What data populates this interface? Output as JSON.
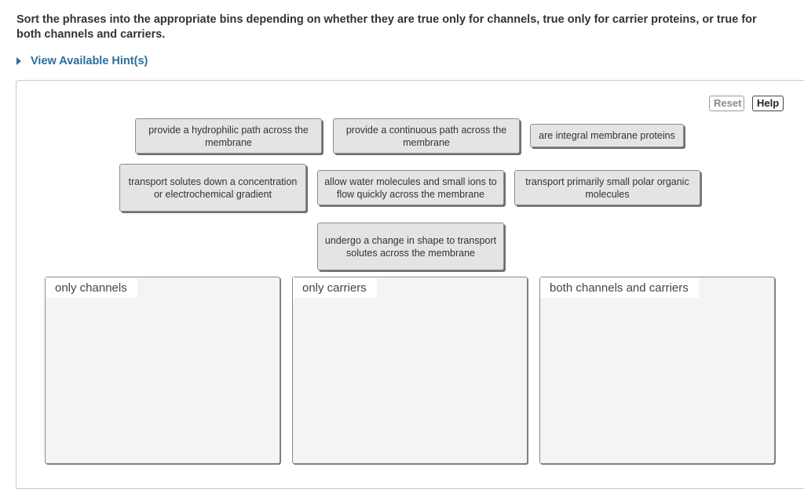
{
  "question": {
    "text": "Sort the phrases into the appropriate bins depending on whether they are true only for channels, true only for carrier proteins, or true for both channels and carriers."
  },
  "hint": {
    "label": "View Available Hint(s)"
  },
  "toolbar": {
    "reset_label": "Reset",
    "help_label": "Help"
  },
  "phrases": [
    "provide a hydrophilic path across the membrane",
    "provide a continuous path across the membrane",
    "are integral membrane proteins",
    "transport solutes down a concentration or electrochemical gradient",
    "allow water molecules and small ions to flow quickly across the membrane",
    "transport primarily small polar organic molecules",
    "undergo a change in shape to transport solutes across the membrane"
  ],
  "bins": [
    {
      "label": "only channels"
    },
    {
      "label": "only carriers"
    },
    {
      "label": "both channels and carriers"
    }
  ]
}
